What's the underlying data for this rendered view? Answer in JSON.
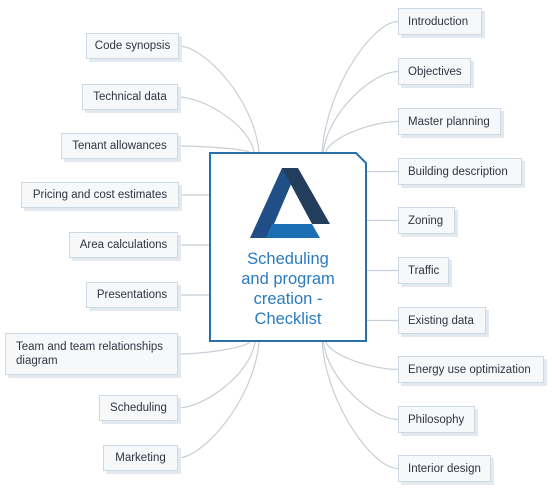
{
  "central": {
    "title_lines": [
      "Scheduling",
      "and program",
      "creation -",
      "Checklist"
    ]
  },
  "left_topics": [
    "Code synopsis",
    "Technical data",
    "Tenant allowances",
    "Pricing and cost estimates",
    "Area calculations",
    "Presentations",
    "Team and team relationships diagram",
    "Scheduling",
    "Marketing"
  ],
  "right_topics": [
    "Introduction",
    "Objectives",
    "Master planning",
    "Building description",
    "Zoning",
    "Traffic",
    "Existing data",
    "Energy use optimization",
    "Philosophy",
    "Interior design"
  ],
  "colors": {
    "central_border": "#2a6fa8",
    "central_text": "#2b7bbf",
    "connector": "#c8cfd6",
    "logo_dark": "#233d5c",
    "logo_blue": "#1d6fb3",
    "logo_mid": "#2e5f8f"
  },
  "icons": {
    "logo": "triangle-logo-icon"
  }
}
